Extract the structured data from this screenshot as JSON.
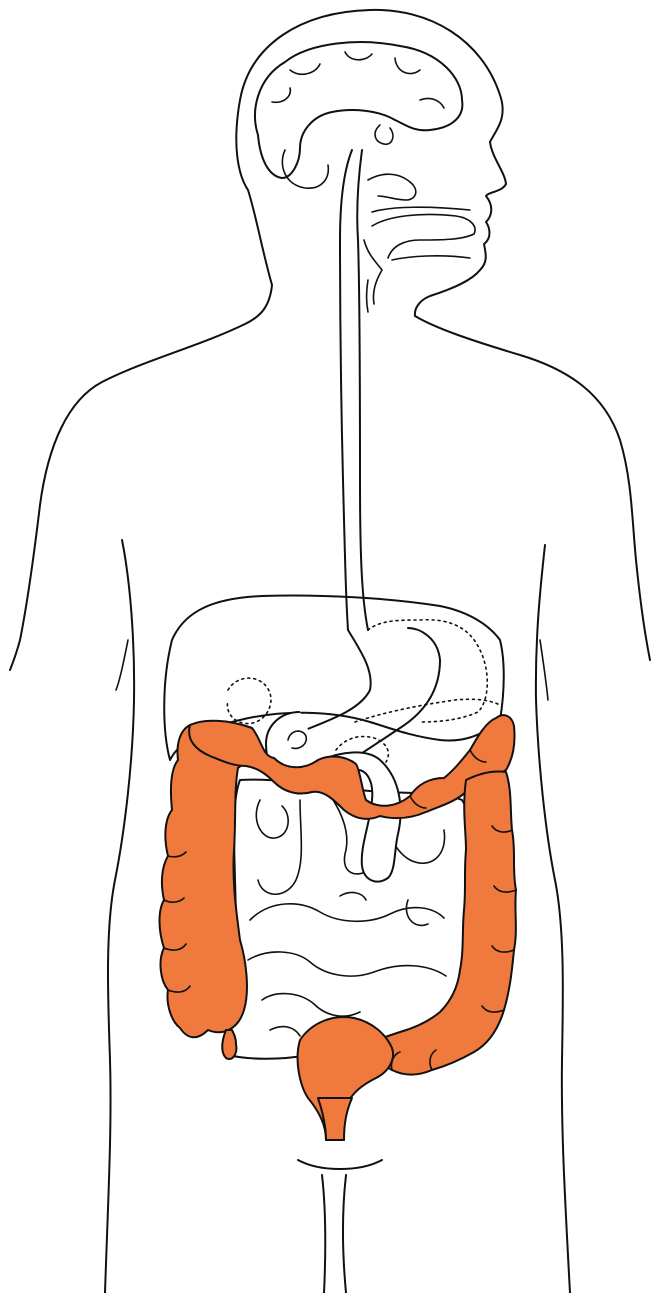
{
  "figure": {
    "subject": "digestive-system",
    "highlight_color": "#F07A3E",
    "outline_color": "#111111",
    "background_color": "#FFFFFF",
    "highlighted_organs": [
      "large-intestine",
      "rectum"
    ]
  }
}
